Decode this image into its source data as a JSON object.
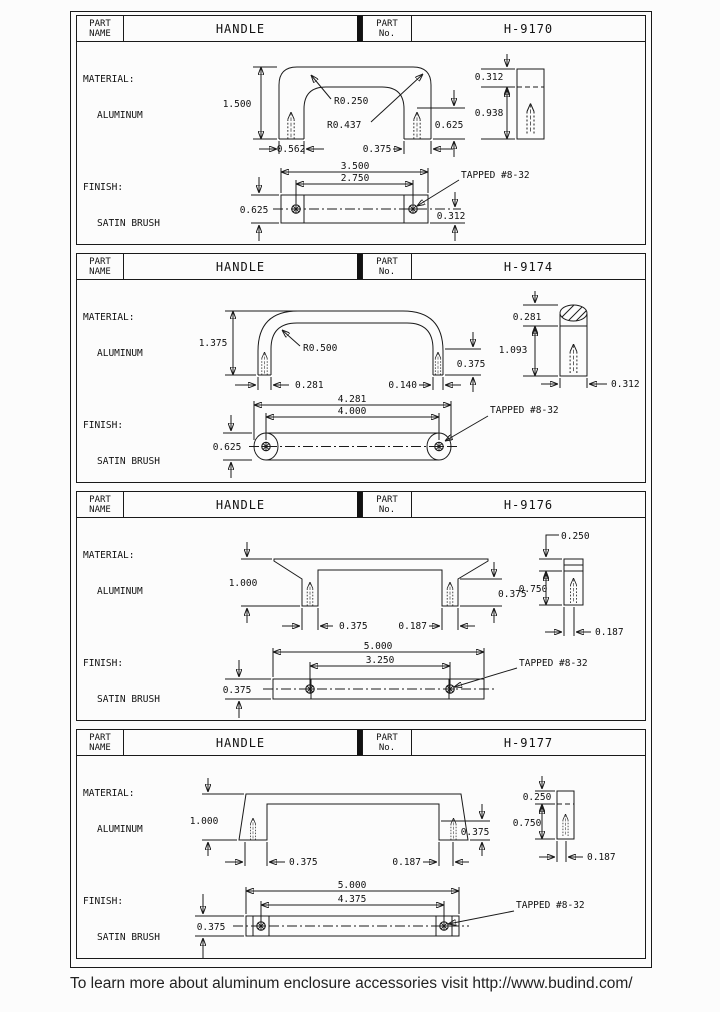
{
  "labels": {
    "part_name_line1": "PART",
    "part_name_line2": "NAME",
    "part_no_line1": "PART",
    "part_no_line2": "No.",
    "material_label": "MATERIAL:",
    "finish_label": "FINISH:"
  },
  "footer": {
    "text": "To learn more about aluminum enclosure accessories visit http://www.budind.com/"
  },
  "panels": [
    {
      "name": "HANDLE",
      "number": "H-9170",
      "material": "ALUMINUM",
      "finish": "SATIN BRUSH",
      "tapped_note": "TAPPED #8-32",
      "dims": {
        "front_height": "1.500",
        "outer_radius": "R0.250",
        "inner_radius": "R0.437",
        "leg_width": "0.562",
        "leg_width_right": "0.375",
        "grip_depth": "0.625",
        "side_top_thickness": "0.312",
        "side_lower_height": "0.938",
        "plan_length": "3.500",
        "hole_spacing": "2.750",
        "plan_width": "0.625",
        "hole_edge_offset": "0.312"
      }
    },
    {
      "name": "HANDLE",
      "number": "H-9174",
      "material": "ALUMINUM",
      "finish": "SATIN BRUSH",
      "tapped_note": "TAPPED #8-32",
      "dims": {
        "front_height": "1.375",
        "bend_radius": "R0.500",
        "leg_width": "0.281",
        "leg_offset": "0.140",
        "leg_height": "0.375",
        "side_top_thickness": "0.281",
        "side_lower_height": "1.093",
        "bar_diameter": "0.312",
        "plan_length": "4.281",
        "hole_spacing": "4.000",
        "plan_width": "0.625"
      }
    },
    {
      "name": "HANDLE",
      "number": "H-9176",
      "material": "ALUMINUM",
      "finish": "SATIN BRUSH",
      "tapped_note": "TAPPED #8-32",
      "dims": {
        "front_height": "1.000",
        "leg_width": "0.375",
        "leg_offset": "0.187",
        "leg_height": "0.375",
        "side_top_thickness": "0.250",
        "side_lower_height": "0.750",
        "side_width": "0.187",
        "plan_length": "5.000",
        "hole_spacing": "3.250",
        "plan_width": "0.375"
      }
    },
    {
      "name": "HANDLE",
      "number": "H-9177",
      "material": "ALUMINUM",
      "finish": "SATIN BRUSH",
      "tapped_note": "TAPPED #8-32",
      "dims": {
        "front_height": "1.000",
        "leg_width": "0.375",
        "leg_offset": "0.187",
        "leg_height": "0.375",
        "side_top_thickness": "0.250",
        "side_lower_height": "0.750",
        "side_width": "0.187",
        "plan_length": "5.000",
        "hole_spacing": "4.375",
        "plan_width": "0.375"
      }
    }
  ]
}
